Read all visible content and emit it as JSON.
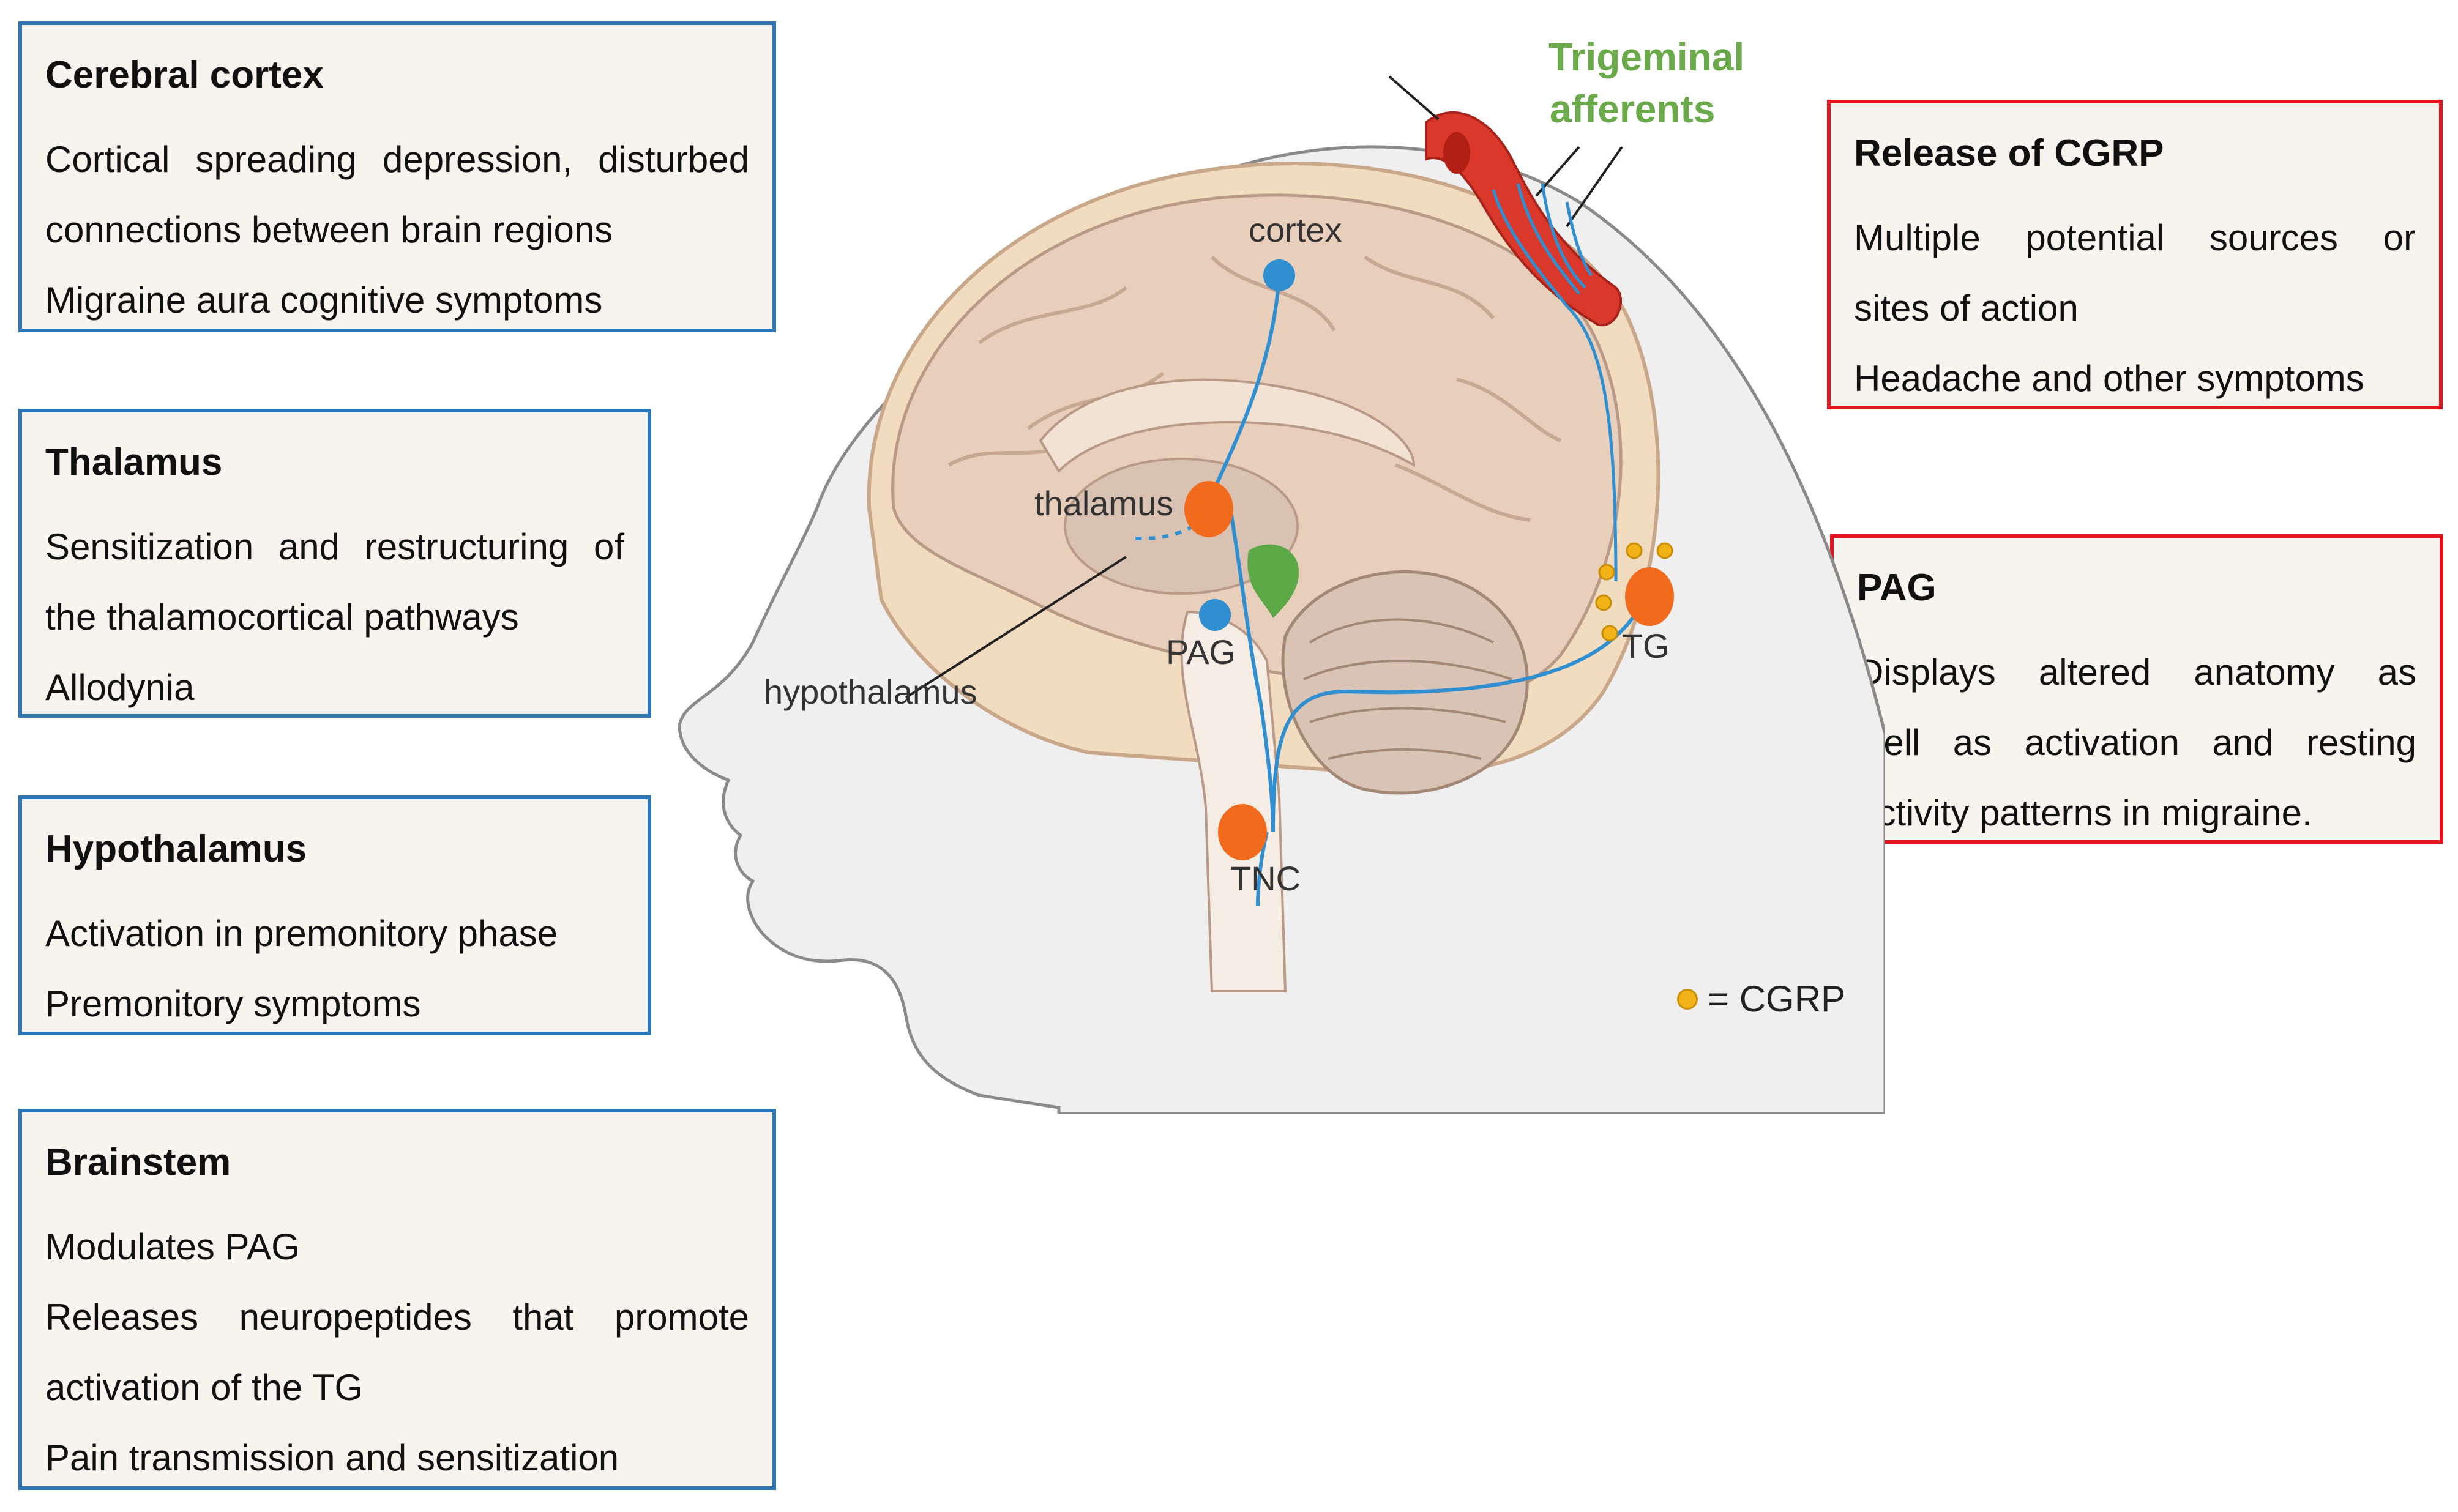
{
  "boxes_left": [
    {
      "title": "Cerebral cortex",
      "lines": [
        "Cortical spreading depression, disturbed",
        "connections between brain regions",
        "Migraine aura cognitive symptoms"
      ]
    },
    {
      "title": "Thalamus",
      "lines": [
        "Sensitization and restructuring of",
        "the thalamocortical pathways",
        "Allodynia"
      ]
    },
    {
      "title": "Hypothalamus",
      "lines": [
        "Activation in premonitory phase",
        "Premonitory symptoms"
      ]
    },
    {
      "title": "Brainstem",
      "lines": [
        "Modulates PAG",
        "Releases neuropeptides that promote",
        "activation of the TG",
        "Pain transmission and sensitization"
      ]
    }
  ],
  "boxes_right": [
    {
      "title": "Release of CGRP",
      "lines": [
        "Multiple potential sources or",
        "sites of action",
        "Headache and other symptoms"
      ]
    },
    {
      "title": "PAG",
      "lines": [
        "Displays altered anatomy as",
        "well as activation and resting",
        "activity patterns in migraine."
      ]
    }
  ],
  "diagram_labels": {
    "trigeminal_1": "Trigeminal",
    "trigeminal_2": "afferents",
    "cortex": "cortex",
    "thalamus": "thalamus",
    "hypothalamus": "hypothalamus",
    "pag": "PAG",
    "tg": "TG",
    "tnc": "TNC"
  },
  "legend": {
    "text": "= CGRP"
  },
  "colors": {
    "blue_border": "#2e75b6",
    "red_border": "#e3151e",
    "box_fill": "#f7f4ef",
    "nerve_blue": "#2f8fd0",
    "nucleus_orange": "#f26b1d",
    "cgrp_yellow": "#f2b318",
    "label_green": "#6aaa4a"
  }
}
